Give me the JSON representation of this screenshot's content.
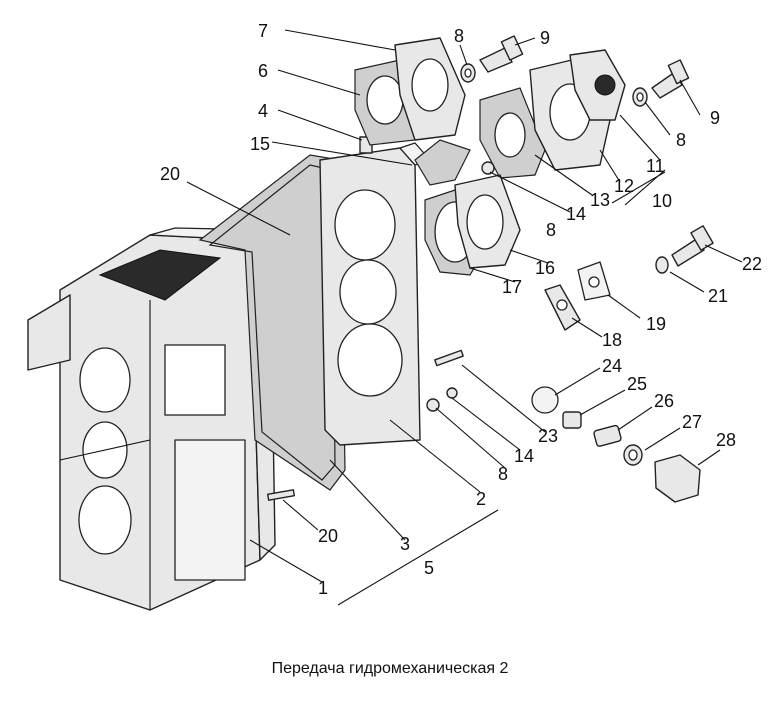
{
  "caption": "Передача гидромеханическая 2",
  "callouts": {
    "c1": "1",
    "c2": "2",
    "c3": "3",
    "c4": "4",
    "c5": "5",
    "c6": "6",
    "c7": "7",
    "c8a": "8",
    "c8b": "8",
    "c8c": "8",
    "c8d": "8",
    "c9a": "9",
    "c9b": "9",
    "c10": "10",
    "c11": "11",
    "c12": "12",
    "c13": "13",
    "c14a": "14",
    "c14b": "14",
    "c15": "15",
    "c16": "16",
    "c17": "17",
    "c18": "18",
    "c19": "19",
    "c20a": "20",
    "c20b": "20",
    "c21": "21",
    "c22": "22",
    "c23": "23",
    "c24": "24",
    "c25": "25",
    "c26": "26",
    "c27": "27",
    "c28": "28"
  }
}
